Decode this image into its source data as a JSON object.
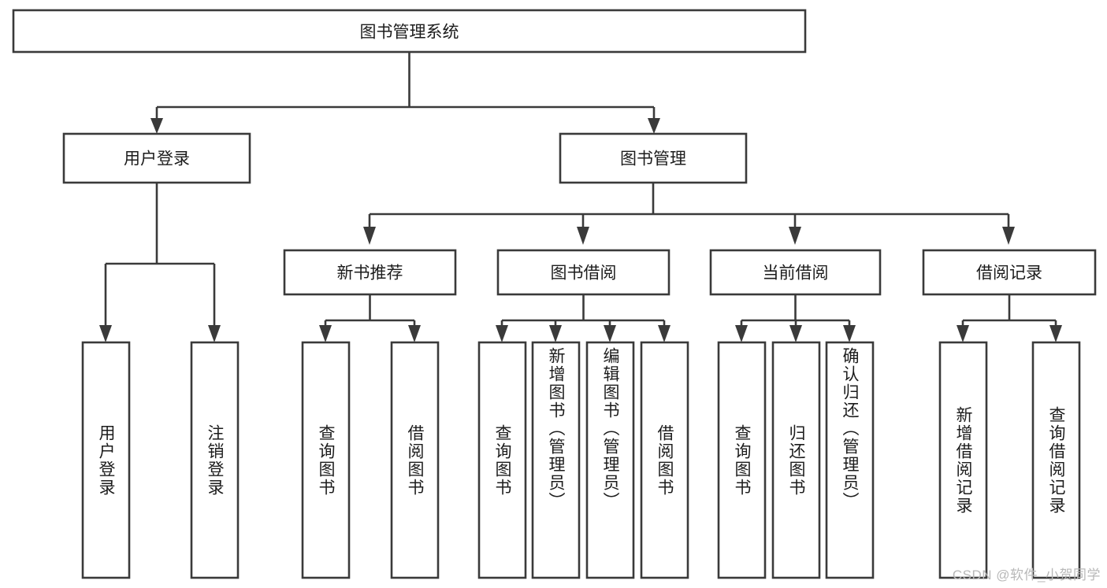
{
  "diagram": {
    "type": "tree-hierarchy",
    "title": "图书管理系统",
    "watermark": "CSDN @软件_小贺同学",
    "colors": {
      "background": "#ffffff",
      "box_fill": "#ffffff",
      "stroke": "#3a3a3a",
      "text": "#1c1c1c",
      "watermark": "#b8b8b8"
    },
    "root": {
      "id": "root",
      "label": "图书管理系统"
    },
    "level1": [
      {
        "id": "user-login",
        "label": "用户登录"
      },
      {
        "id": "book-manage",
        "label": "图书管理"
      }
    ],
    "level2": [
      {
        "id": "new-book-recommend",
        "label": "新书推荐",
        "parent": "book-manage"
      },
      {
        "id": "book-borrow",
        "label": "图书借阅",
        "parent": "book-manage"
      },
      {
        "id": "current-borrow",
        "label": "当前借阅",
        "parent": "book-manage"
      },
      {
        "id": "borrow-record",
        "label": "借阅记录",
        "parent": "book-manage"
      }
    ],
    "leaves": [
      {
        "id": "leaf-user-login",
        "label": "用户登录",
        "parent": "user-login"
      },
      {
        "id": "leaf-logout-login",
        "label": "注销登录",
        "parent": "user-login"
      },
      {
        "id": "leaf-query-book-1",
        "label": "查询图书",
        "parent": "new-book-recommend"
      },
      {
        "id": "leaf-borrow-book-1",
        "label": "借阅图书",
        "parent": "new-book-recommend"
      },
      {
        "id": "leaf-query-book-2",
        "label": "查询图书",
        "parent": "book-borrow"
      },
      {
        "id": "leaf-add-book",
        "label": "新增图书（管理员）",
        "parent": "book-borrow"
      },
      {
        "id": "leaf-edit-book",
        "label": "编辑图书（管理员）",
        "parent": "book-borrow"
      },
      {
        "id": "leaf-borrow-book-2",
        "label": "借阅图书",
        "parent": "book-borrow"
      },
      {
        "id": "leaf-query-book-3",
        "label": "查询图书",
        "parent": "current-borrow"
      },
      {
        "id": "leaf-return-book",
        "label": "归还图书",
        "parent": "current-borrow"
      },
      {
        "id": "leaf-confirm-return",
        "label": "确认归还（管理员）",
        "parent": "current-borrow"
      },
      {
        "id": "leaf-add-record",
        "label": "新增借阅记录",
        "parent": "borrow-record"
      },
      {
        "id": "leaf-query-record",
        "label": "查询借阅记录",
        "parent": "borrow-record"
      }
    ]
  }
}
